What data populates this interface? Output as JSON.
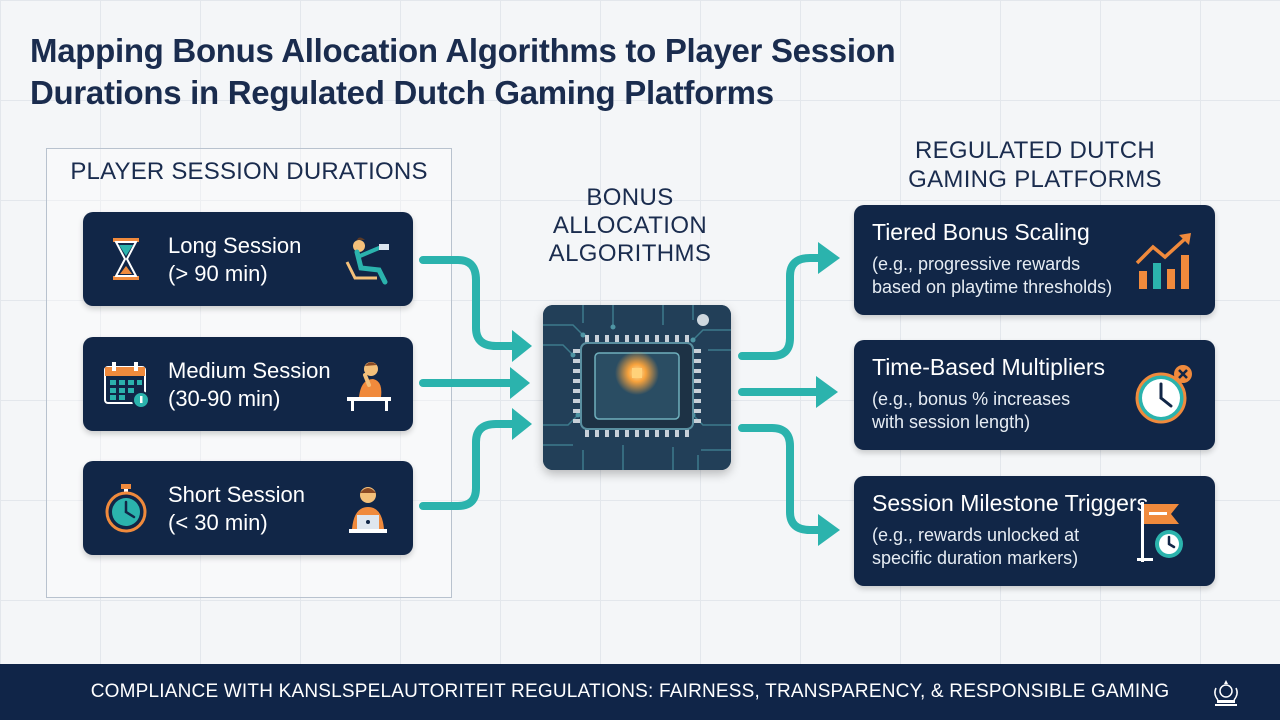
{
  "title": "Mapping Bonus Allocation Algorithms to Player Session Durations in Regulated Dutch Gaming Platforms",
  "left_panel": {
    "heading": "PLAYER SESSION DURATIONS",
    "sessions": [
      {
        "name": "Long Session",
        "range": "(> 90 min)",
        "icon_left": "hourglass-icon",
        "icon_right": "reclining-player-icon"
      },
      {
        "name": "Medium Session",
        "range": "(30-90 min)",
        "icon_left": "calendar-icon",
        "icon_right": "thinking-player-icon"
      },
      {
        "name": "Short Session",
        "range": "(< 30 min)",
        "icon_left": "stopwatch-icon",
        "icon_right": "laptop-player-icon"
      }
    ]
  },
  "center": {
    "heading_lines": [
      "BONUS",
      "ALLOCATION",
      "ALGORITHMS"
    ],
    "icon": "processor-chip-icon"
  },
  "right_panel": {
    "heading_lines": [
      "REGULATED DUTCH",
      "GAMING PLATFORMS"
    ],
    "algorithms": [
      {
        "title": "Tiered Bonus Scaling",
        "desc_lines": [
          "(e.g., progressive rewards",
          "based on playtime thresholds)"
        ],
        "icon": "rising-bar-chart-icon"
      },
      {
        "title": "Time-Based Multipliers",
        "desc_lines": [
          "(e.g., bonus % increases",
          "with session length)"
        ],
        "icon": "clock-icon"
      },
      {
        "title": "Session Milestone Triggers",
        "desc_lines": [
          "(e.g., rewards unlocked at",
          "specific duration markers)"
        ],
        "icon": "milestone-flag-icon"
      }
    ]
  },
  "footer": {
    "text": "COMPLIANCE WITH KANSLSPELAUTORITEIT REGULATIONS: FAIRNESS, TRANSPARENCY, & RESPONSIBLE GAMING",
    "icon": "regulator-seal-icon"
  },
  "colors": {
    "navy": "#112647",
    "teal": "#2bb3ad",
    "orange": "#f08a3c",
    "background": "#f4f6f8"
  }
}
